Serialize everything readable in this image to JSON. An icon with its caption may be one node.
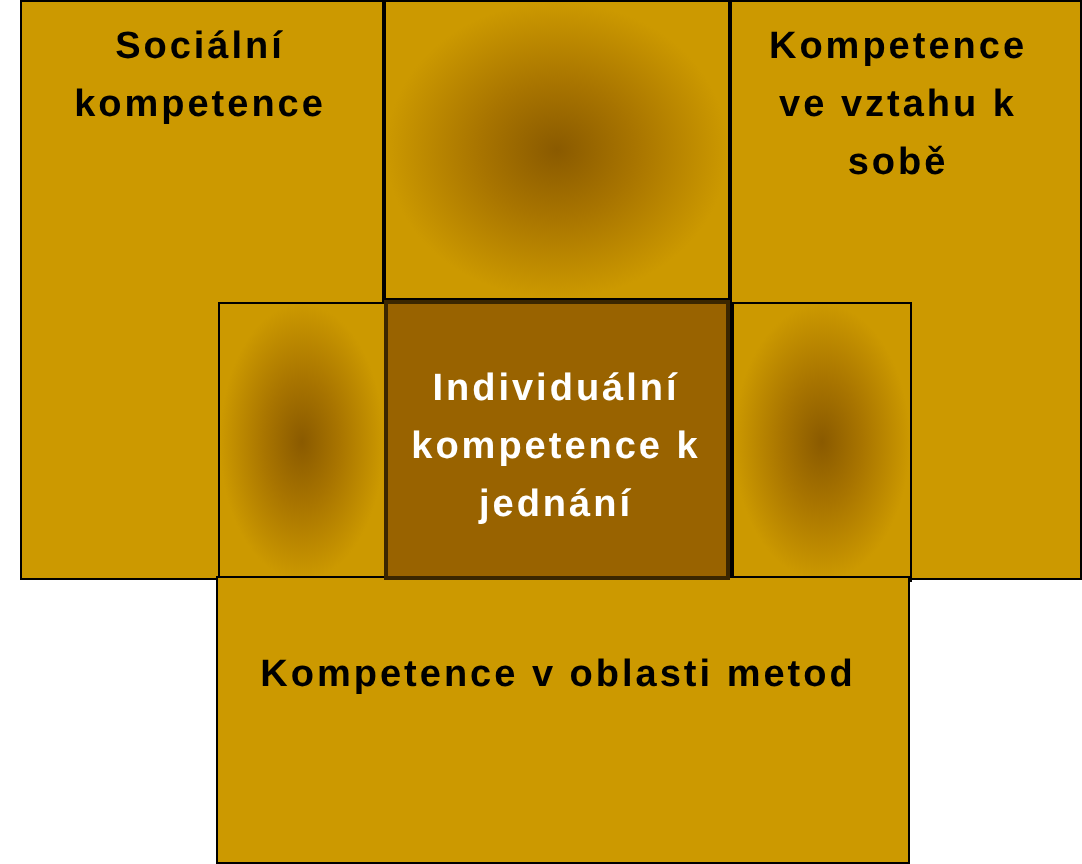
{
  "diagram": {
    "nodes": [
      {
        "text": [
          "Sociální kompetence"
        ]
      },
      {
        "text": [],
        "shape": "box"
      },
      {
        "text": [
          "Kompetence ve vztahu k sobě"
        ]
      },
      {
        "text": [],
        "shape": "box",
        "in": 0
      },
      {
        "text": [
          "Individuální kompetence k jednání"
        ]
      },
      {
        "text": [],
        "shape": "box",
        "in": 2
      },
      {
        "text": [
          "Kompetence v oblasti metod"
        ]
      }
    ]
  }
}
